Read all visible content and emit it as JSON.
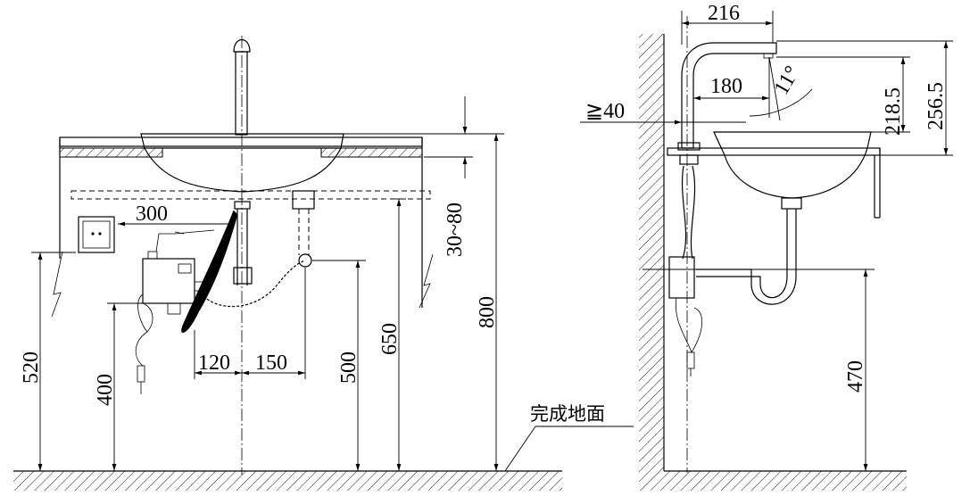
{
  "front_view": {
    "dims": {
      "d300": "300",
      "d120": "120",
      "d150": "150",
      "d520": "520",
      "d400": "400",
      "d500": "500",
      "d650": "650",
      "d800": "800",
      "d30_80": "30~80"
    },
    "floor_label": "完成地面"
  },
  "side_view": {
    "dims": {
      "d216": "216",
      "d180": "180",
      "angle": "11°",
      "d40": "≧40",
      "d218_5": "218.5",
      "d256_5": "256.5",
      "d470": "470"
    }
  }
}
